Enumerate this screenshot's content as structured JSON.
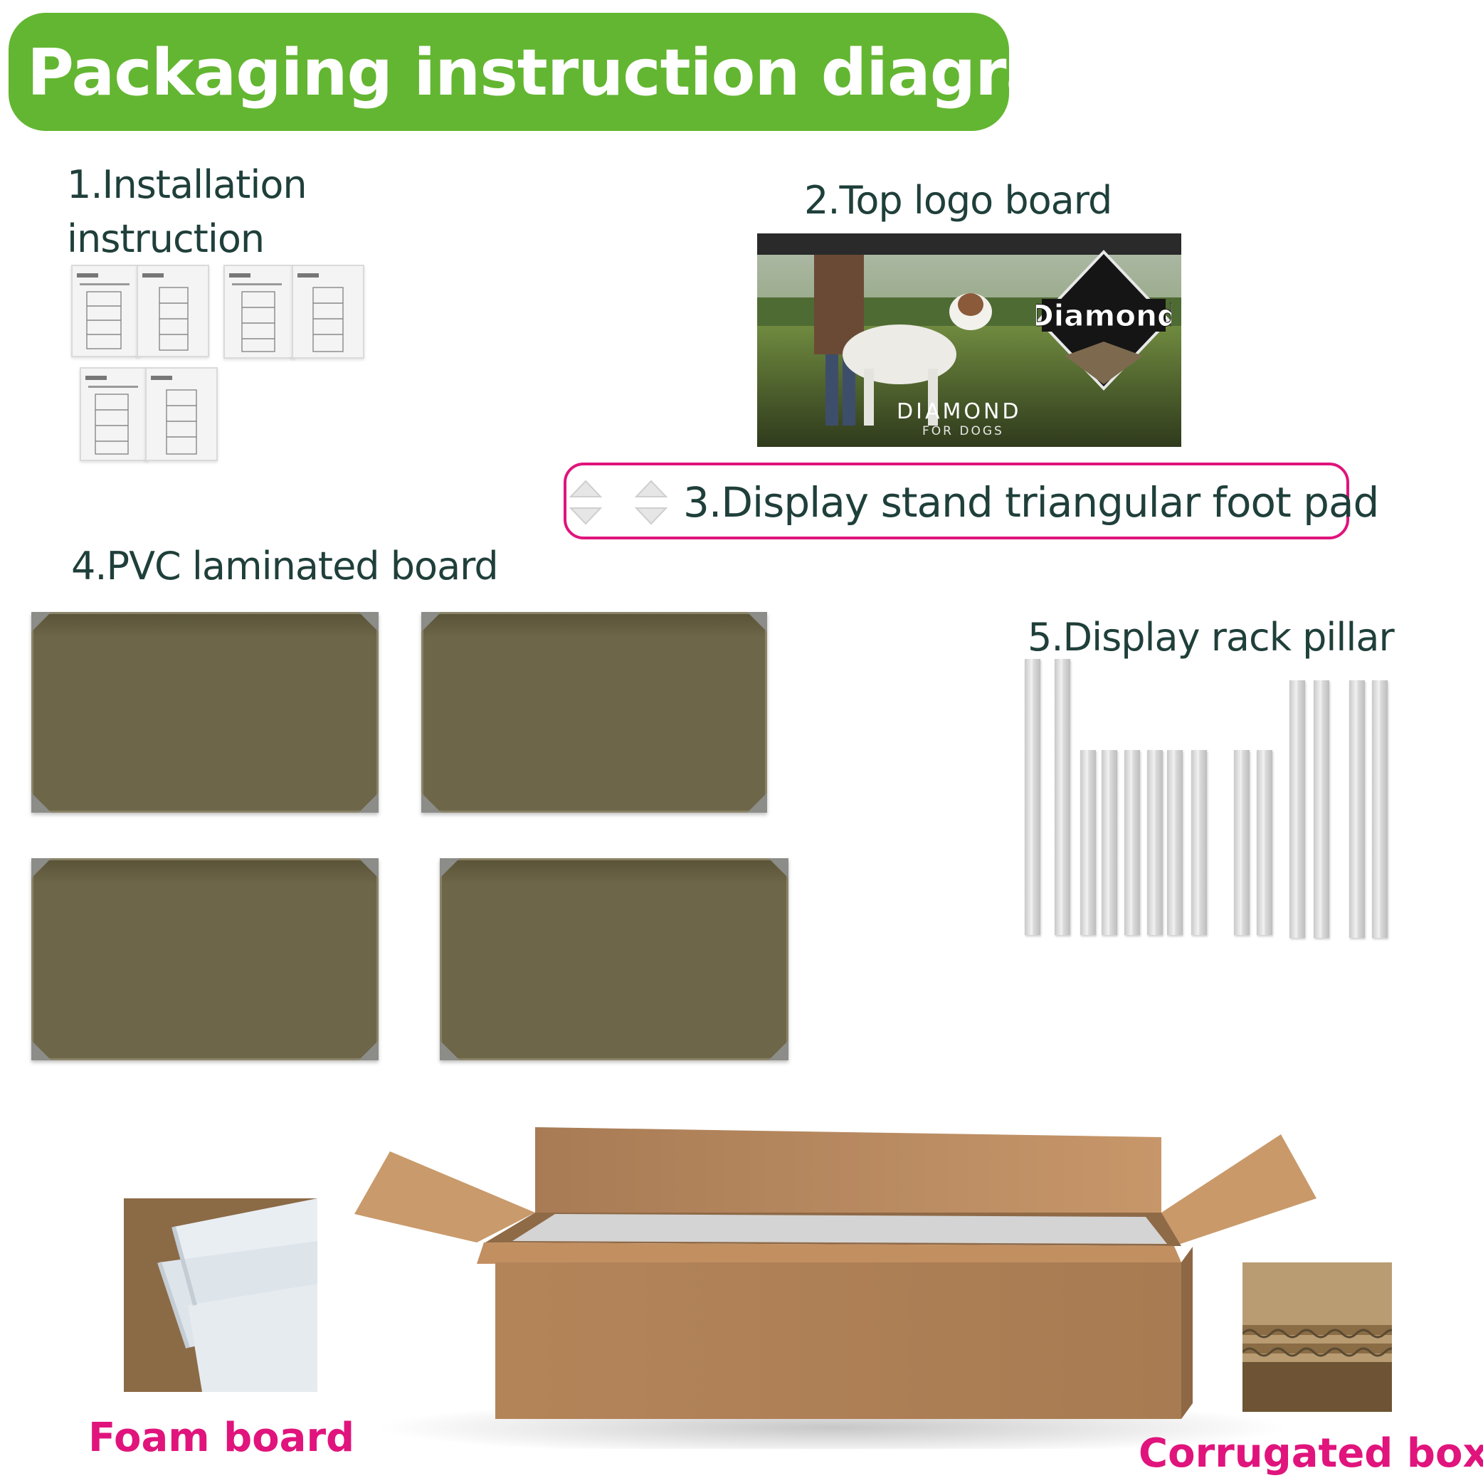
{
  "title": "Packaging instruction diagram",
  "items": {
    "installation": {
      "label_line1": "1.Installation",
      "label_line2": "instruction"
    },
    "logo_board": {
      "label": "2.Top logo board",
      "brand_name": "DIAMOND",
      "brand_tagline": "FOR DOGS",
      "logo_word": "Diamond"
    },
    "foot_pad": {
      "label": "3.Display stand triangular foot pad"
    },
    "pvc_board": {
      "label": "4.PVC laminated board"
    },
    "pillar": {
      "label": "5.Display rack pillar"
    },
    "foam_board": {
      "label": "Foam board"
    },
    "corrugated_box": {
      "label": "Corrugated box"
    }
  },
  "colors": {
    "banner": "#63b631",
    "label_text": "#1f3f3a",
    "accent_pink": "#e0147c",
    "pvc_board": "#6e6649",
    "cardboard": "#b98a5a"
  }
}
